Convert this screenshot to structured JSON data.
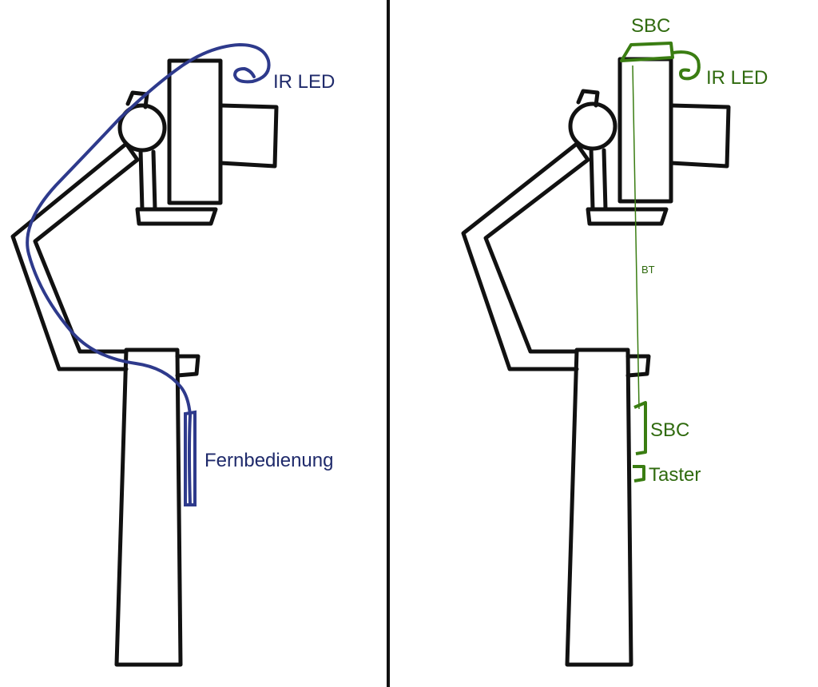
{
  "colors": {
    "frame": "#111111",
    "wired": "#2e3a8c",
    "wired_text": "#1f2a6b",
    "wireless": "#3a7d12",
    "wireless_text": "#2f6a0e"
  },
  "left_panel": {
    "ir_led_label": "IR LED",
    "remote_label": "Fernbedienung"
  },
  "right_panel": {
    "sbc_top_label": "SBC",
    "ir_led_label": "IR LED",
    "bt_label": "BT",
    "sbc_bottom_label": "SBC",
    "button_label": "Taster"
  }
}
